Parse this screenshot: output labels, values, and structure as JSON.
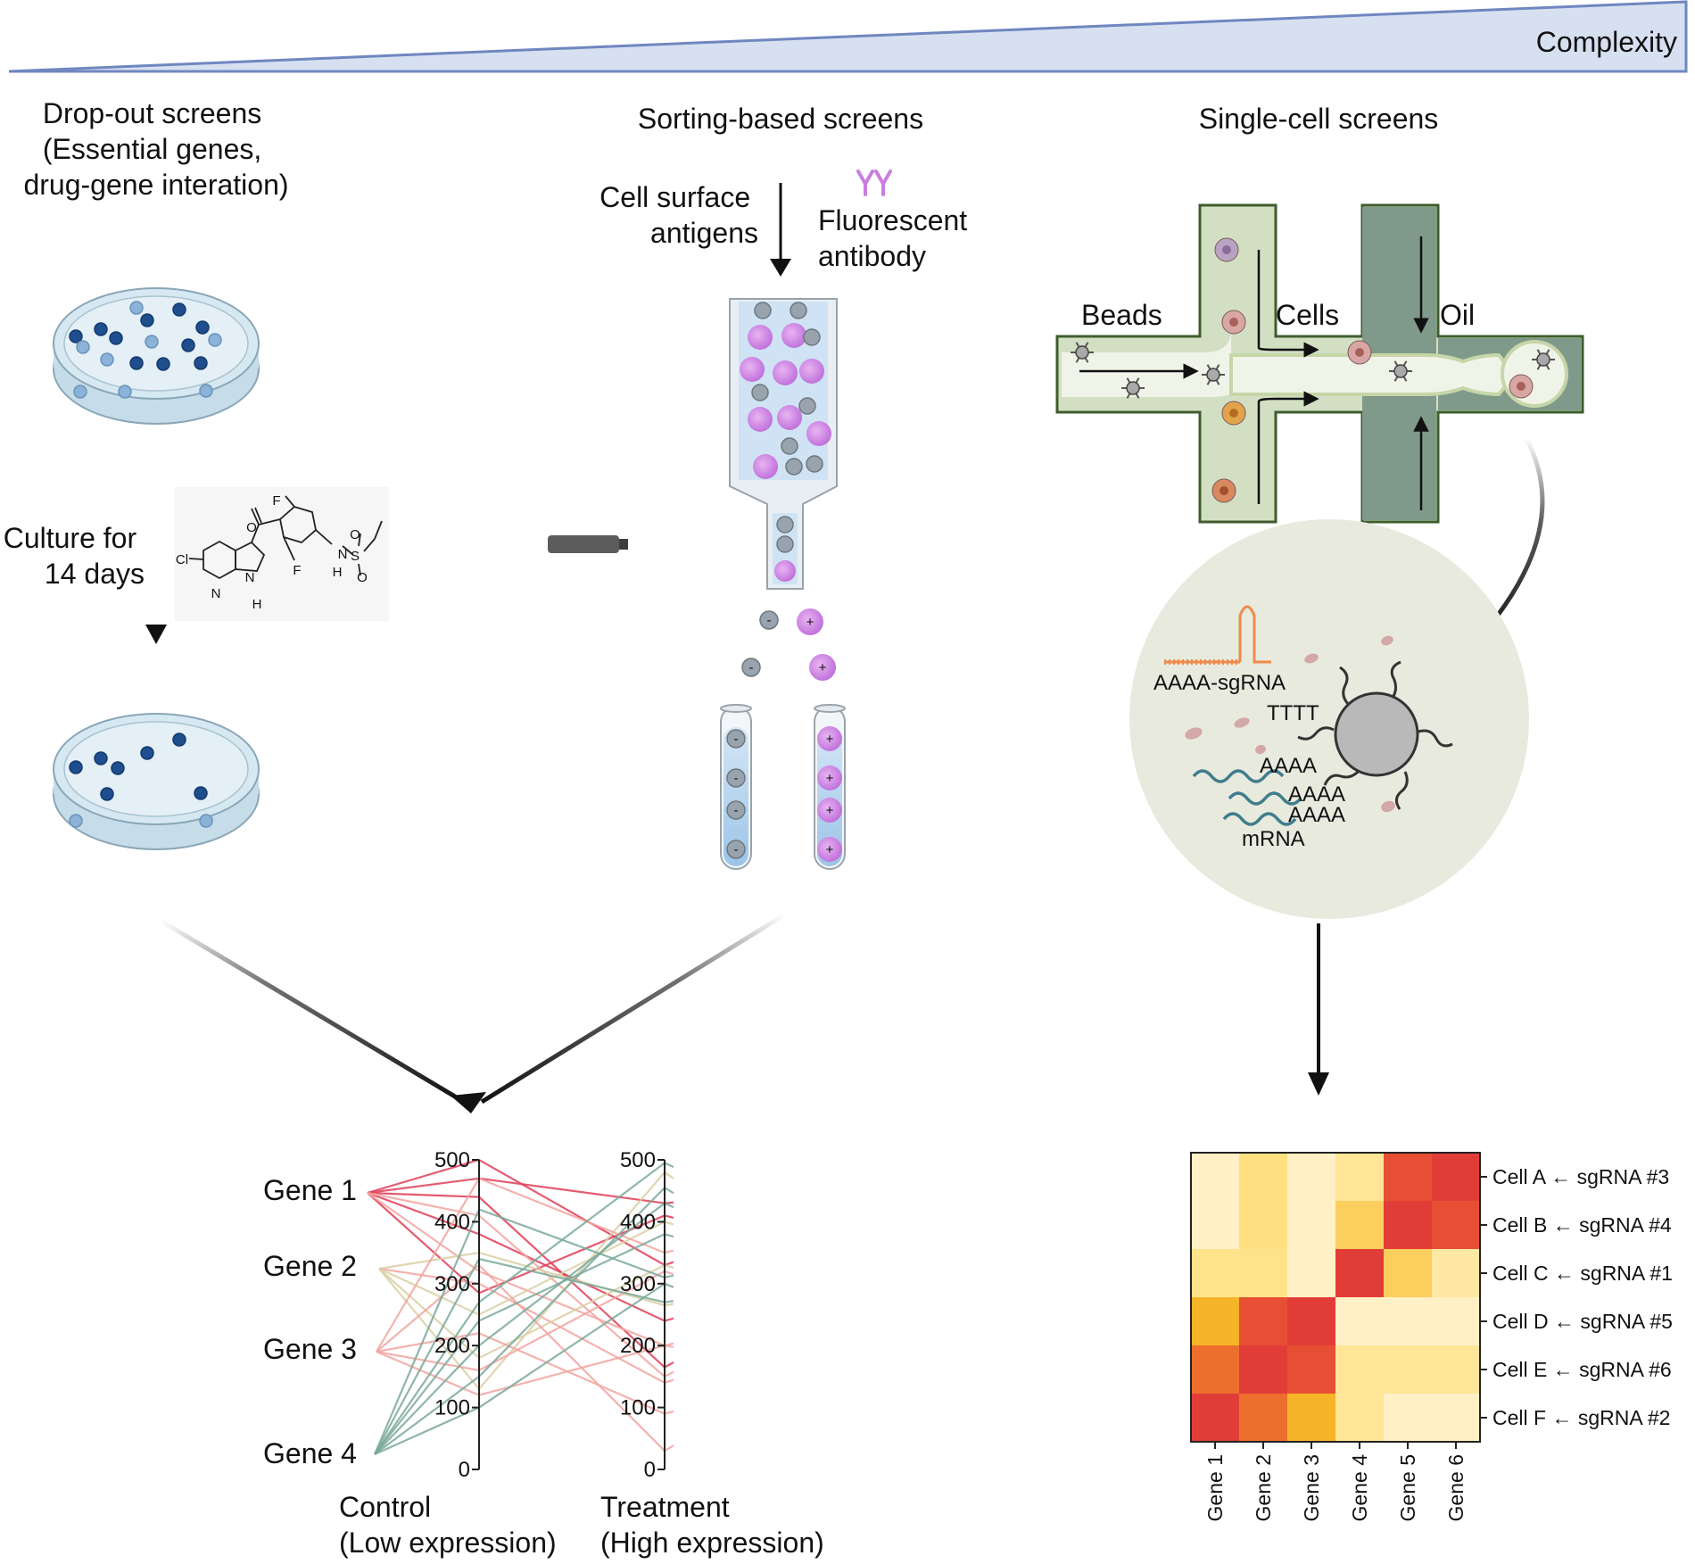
{
  "complexity": {
    "label": "Complexity"
  },
  "columns": {
    "dropout": {
      "title_lines": [
        "Drop-out screens",
        "(Essential genes,",
        "drug-gene interation)"
      ]
    },
    "sorting": {
      "title": "Sorting-based screens"
    },
    "single_cell": {
      "title": "Single-cell screens"
    }
  },
  "dropout_panel": {
    "step_lines": [
      "Culture for",
      "14 days"
    ],
    "molecule_atoms": [
      "F",
      "O",
      "F",
      "N",
      "H",
      "S",
      "O",
      "O",
      "Cl",
      "N",
      "N",
      "H"
    ]
  },
  "sorting_panel": {
    "antigen_lines": [
      "Cell surface",
      "antigens"
    ],
    "antibody_lines": [
      "Fluorescent",
      "antibody"
    ],
    "neg_sign": "-",
    "pos_sign": "+"
  },
  "microfluidics": {
    "beads": "Beads",
    "cells": "Cells",
    "oil": "Oil"
  },
  "droplet": {
    "sgrna": "AAAA-sgRNA",
    "tttt": "TTTT",
    "polya": [
      "AAAA",
      "AAAA",
      "AAAA"
    ],
    "mrna": "mRNA"
  },
  "parallel_plot": {
    "genes": [
      "Gene 1",
      "Gene 2",
      "Gene 3",
      "Gene 4"
    ],
    "axes": [
      {
        "name_lines": [
          "Control",
          "(Low expression)"
        ],
        "ticks": [
          "500",
          "400",
          "300",
          "200",
          "100",
          "0"
        ]
      },
      {
        "name_lines": [
          "Treatment",
          "(High expression)"
        ],
        "ticks": [
          "500",
          "400",
          "300",
          "200",
          "100",
          "0"
        ]
      }
    ],
    "scale": [
      0,
      500
    ]
  },
  "heatmap": {
    "rows": [
      "Cell A ← sgRNA #3",
      "Cell B ← sgRNA #4",
      "Cell C ← sgRNA #1",
      "Cell D ← sgRNA #5",
      "Cell E ← sgRNA #6",
      "Cell F ← sgRNA #2"
    ],
    "cols": [
      "Gene 1",
      "Gene 2",
      "Gene 3",
      "Gene 4",
      "Gene 5",
      "Gene 6"
    ],
    "values": [
      [
        0.05,
        0.35,
        0.05,
        0.25,
        0.85,
        0.95
      ],
      [
        0.05,
        0.35,
        0.05,
        0.45,
        0.95,
        0.85
      ],
      [
        0.3,
        0.3,
        0.05,
        0.95,
        0.45,
        0.2
      ],
      [
        0.6,
        0.85,
        0.95,
        0.05,
        0.05,
        0.05
      ],
      [
        0.75,
        0.95,
        0.85,
        0.25,
        0.25,
        0.25
      ],
      [
        0.95,
        0.75,
        0.6,
        0.25,
        0.05,
        0.05
      ]
    ]
  },
  "colors": {
    "complexity_fill": "#d7e0f1",
    "complexity_stroke": "#6f87c0",
    "dish_fill": "#d6e9f2",
    "cell_dark": "#1f4e8f",
    "cell_light": "#8bb2d8",
    "chip_light": "#d3dfc3",
    "chip_dark": "#7f9a8a",
    "chip_channel": "#f0f4e8",
    "chip_border": "#3e5d2c",
    "droplet_fill": "#e8eade",
    "purple": "#c97ee0",
    "grey_cell": "#99a3ad",
    "red": "#e03d57",
    "pink": "#f2a4a0",
    "green": "#7aa99a",
    "beige": "#d9cfa3"
  }
}
